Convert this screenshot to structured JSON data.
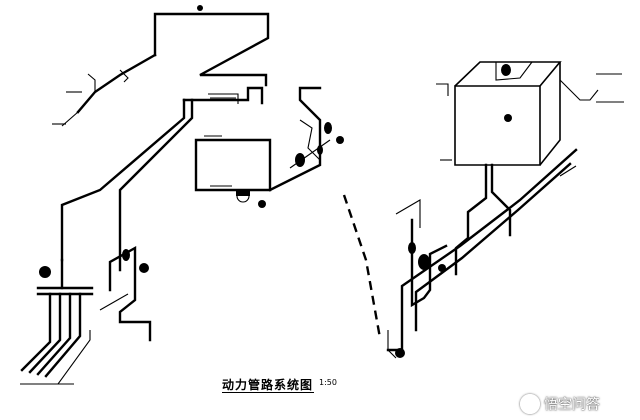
{
  "diagram": {
    "title": "动力管路系统图",
    "scale": "1:50"
  },
  "watermark": {
    "text": "悟空问答",
    "icon": "wukong-logo-icon"
  }
}
